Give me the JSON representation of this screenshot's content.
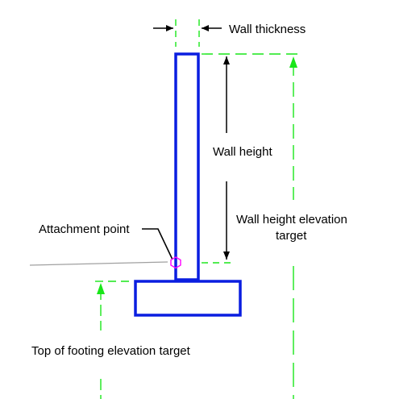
{
  "labels": {
    "wall_thickness": "Wall thickness",
    "wall_height": "Wall height",
    "wall_height_elevation_target_line1": "Wall height elevation",
    "wall_height_elevation_target_line2": "target",
    "attachment_point": "Attachment point",
    "top_of_footing_elevation_target": "Top of footing elevation target"
  },
  "colors": {
    "wall": "#0a1ee0",
    "dimension_guides": "#19e619",
    "arrows": "#000000",
    "attachment_marker": "#ff00ff",
    "ground_line": "#a0a0a0"
  }
}
